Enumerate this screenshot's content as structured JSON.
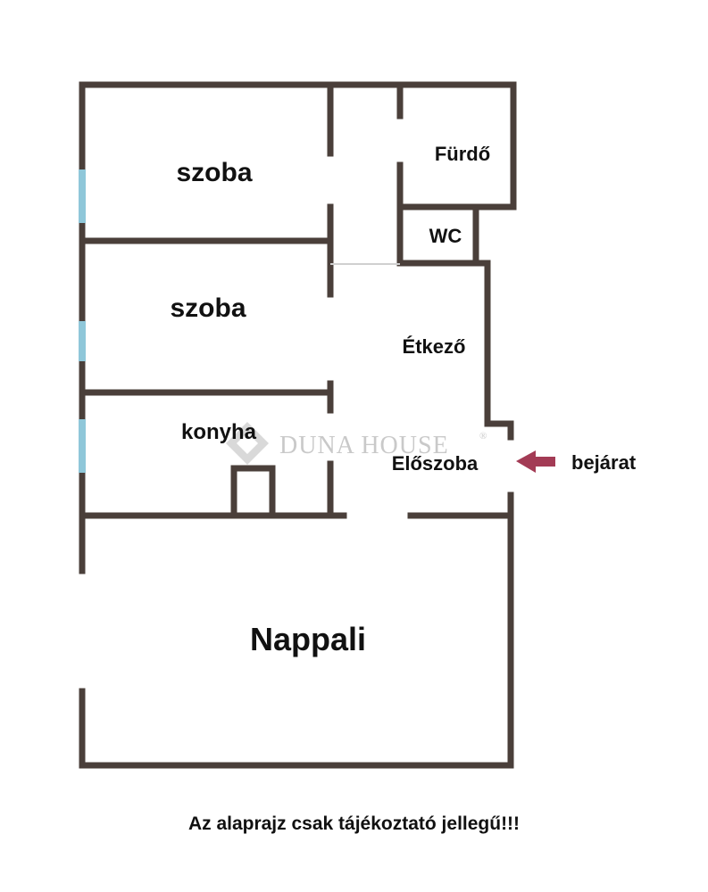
{
  "colors": {
    "wall": "#4a3f3a",
    "window": "#8fc7d9",
    "arrow": "#a33b55",
    "watermark": "#c9c9c9"
  },
  "rooms": {
    "szoba1": "szoba",
    "szoba2": "szoba",
    "furdo": "Fürdő",
    "wc": "WC",
    "etkezo": "Étkező",
    "konyha": "konyha",
    "eloszoba": "Előszoba",
    "nappali": "Nappali"
  },
  "entrance": {
    "label": "bejárat",
    "arrow_icon": "arrow-left-icon"
  },
  "watermark": {
    "text": "DUNA HOUSE",
    "mark": "®",
    "logo_icon": "diamond-logo-icon"
  },
  "disclaimer": "Az alaprajz csak tájékoztató jellegű!!!"
}
